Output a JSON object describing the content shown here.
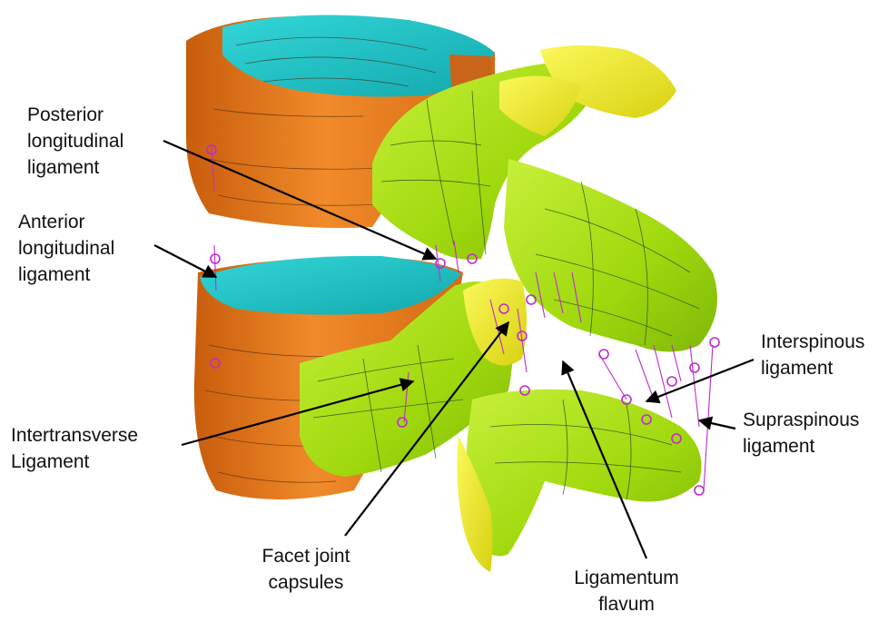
{
  "figure": {
    "colors": {
      "vertebral_body": "#e8781a",
      "endplate": "#1fc6c8",
      "posterior_elements": "#a8e20e",
      "facet": "#f2ef22",
      "ligament": "#c02ad0",
      "leader_line": "#000000"
    },
    "labels": {
      "posterior_longitudinal": "Posterior\nlongitudinal\nligament",
      "anterior_longitudinal": "Anterior\nlongitudinal\nligament",
      "intertransverse": "Intertransverse\nLigament",
      "facet_capsules": "Facet joint\ncapsules",
      "ligamentum_flavum": "Ligamentum\nflavum",
      "interspinous": "Interspinous\nligament",
      "supraspinous": "Supraspinous\nligament"
    }
  }
}
